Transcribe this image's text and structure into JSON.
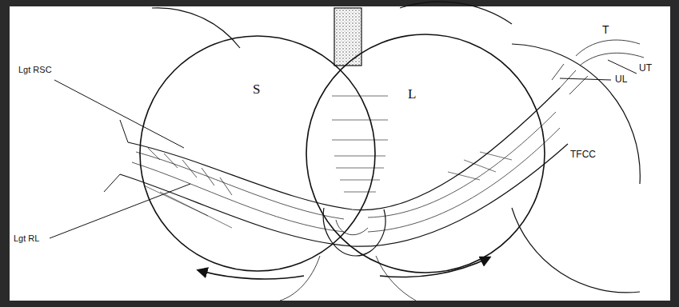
{
  "diagram": {
    "nodes": [
      {
        "text": [
          "S"
        ]
      },
      {
        "text": [
          "L"
        ]
      }
    ],
    "labels": [
      "T",
      "UT",
      "UL",
      "TFCC",
      "Lgt RSC",
      "Lgt RL"
    ]
  }
}
